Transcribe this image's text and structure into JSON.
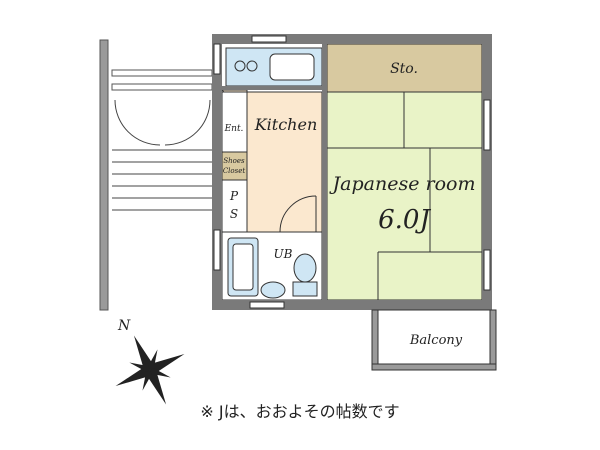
{
  "rooms": {
    "storage": "Sto.",
    "kitchen": "Kitchen",
    "entrance": "Ent.",
    "shoes_closet_line1": "Shoes",
    "shoes_closet_line2": "Closet",
    "ps_line1": "P",
    "ps_line2": "S",
    "bath": "UB",
    "japanese_room": "Japanese room",
    "japanese_room_size": "6.0J",
    "balcony": "Balcony"
  },
  "compass": {
    "north_label": "N"
  },
  "note": "※ Jは、おおよその帖数です",
  "colors": {
    "wall": "#7a7a7a",
    "storage_fill": "#d8c9a0",
    "kitchen_fill": "#fbe8cf",
    "tatami_fill": "#e9f3c7",
    "fixture_fill": "#cfe6f4",
    "line": "#333333"
  }
}
